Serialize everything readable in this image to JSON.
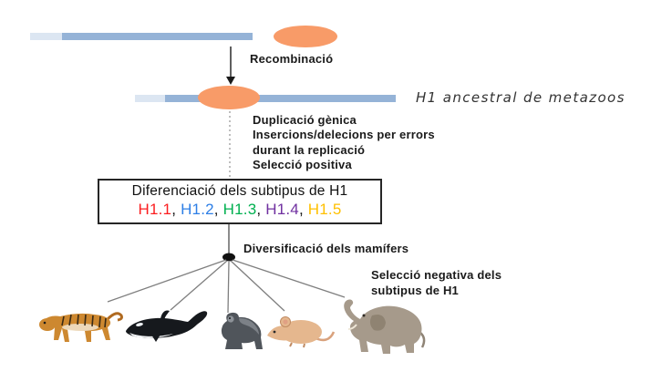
{
  "colors": {
    "bar_light": "#dce6f2",
    "bar_blue": "#95b3d7",
    "ellipse_orange": "#f89b68",
    "connector_gray": "#7f7f7f",
    "arrow_black": "#1a1a1a"
  },
  "recombination": {
    "label": "Recombinació"
  },
  "ancestral": {
    "label": "H1 ancestral de metazoos"
  },
  "mutations": {
    "lines": [
      "Duplicació gènica",
      "Insercions/delecions per errors",
      "durant la replicació",
      "Selecció positiva"
    ]
  },
  "box": {
    "title": "Diferenciació dels subtipus de H1",
    "separator": ", ",
    "subtypes": [
      {
        "label": "H1.1",
        "color": "#fb1d1f"
      },
      {
        "label": "H1.2",
        "color": "#2e7fe6"
      },
      {
        "label": "H1.3",
        "color": "#00b050"
      },
      {
        "label": "H1.4",
        "color": "#7030a0"
      },
      {
        "label": "H1.5",
        "color": "#ffc000"
      }
    ]
  },
  "diversification": {
    "label": "Diversificació dels mamífers"
  },
  "negative_selection": {
    "line1": "Selecció negativa dels",
    "line2": "subtipus de H1"
  },
  "animals": [
    {
      "name": "tiger",
      "color": "#cd8830"
    },
    {
      "name": "orca",
      "color": "#16191d"
    },
    {
      "name": "gorilla",
      "color": "#50555b"
    },
    {
      "name": "mouse",
      "color": "#e5b78e"
    },
    {
      "name": "elephant",
      "color": "#a69a8b"
    }
  ]
}
